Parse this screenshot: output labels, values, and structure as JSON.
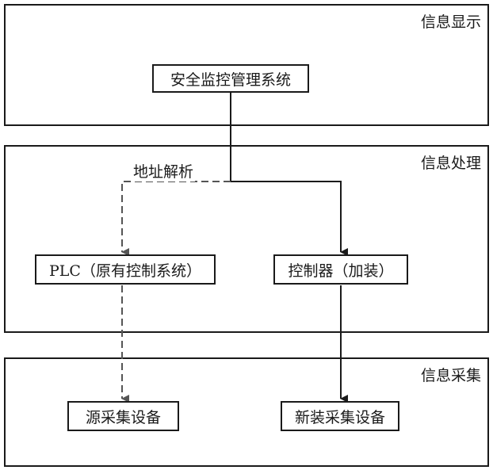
{
  "layers": {
    "display": {
      "title": "信息显示"
    },
    "processing": {
      "title": "信息处理"
    },
    "collection": {
      "title": "信息采集"
    }
  },
  "nodes": {
    "safety_system": "安全监控管理系统",
    "plc": "PLC（原有控制系统）",
    "controller": "控制器（加装）",
    "source_device": "源采集设备",
    "new_device": "新装采集设备"
  },
  "edge_labels": {
    "address_parsing": "地址解析"
  },
  "colors": {
    "line": "#1a1a1a",
    "dashed": "#555555"
  }
}
